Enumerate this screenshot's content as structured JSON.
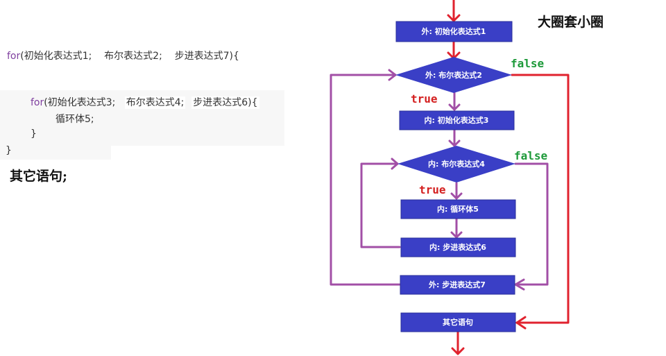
{
  "code": {
    "line1": {
      "kw": "for",
      "a": "(初始化表达式1;",
      "b": "布尔表达式2;",
      "c": "步进表达式7){"
    },
    "line2": {
      "kw": "for",
      "a": "(初始化表达式3;",
      "b": "布尔表达式4;",
      "c": "步进表达式6){"
    },
    "line3": "循环体5;",
    "line4": "}",
    "line5": "}",
    "after": "其它语句;"
  },
  "title": "大圈套小圈",
  "nodes": {
    "outer_init": "外: 初始化表达式1",
    "outer_cond": "外: 布尔表达式2",
    "inner_init": "内: 初始化表达式3",
    "inner_cond": "内: 布尔表达式4",
    "inner_body": "内: 循环体5",
    "inner_step": "内: 步进表达式6",
    "outer_step": "外: 步进表达式7",
    "other": "其它语句"
  },
  "labels": {
    "outer_false": "false",
    "outer_true": "true",
    "inner_false": "false",
    "inner_true": "true"
  },
  "colors": {
    "node_fill": "#3a3fc6",
    "arrow_red": "#e0222e",
    "arrow_purple": "#a24fa6",
    "true_label": "#d42020",
    "false_label": "#1e9a3a"
  }
}
